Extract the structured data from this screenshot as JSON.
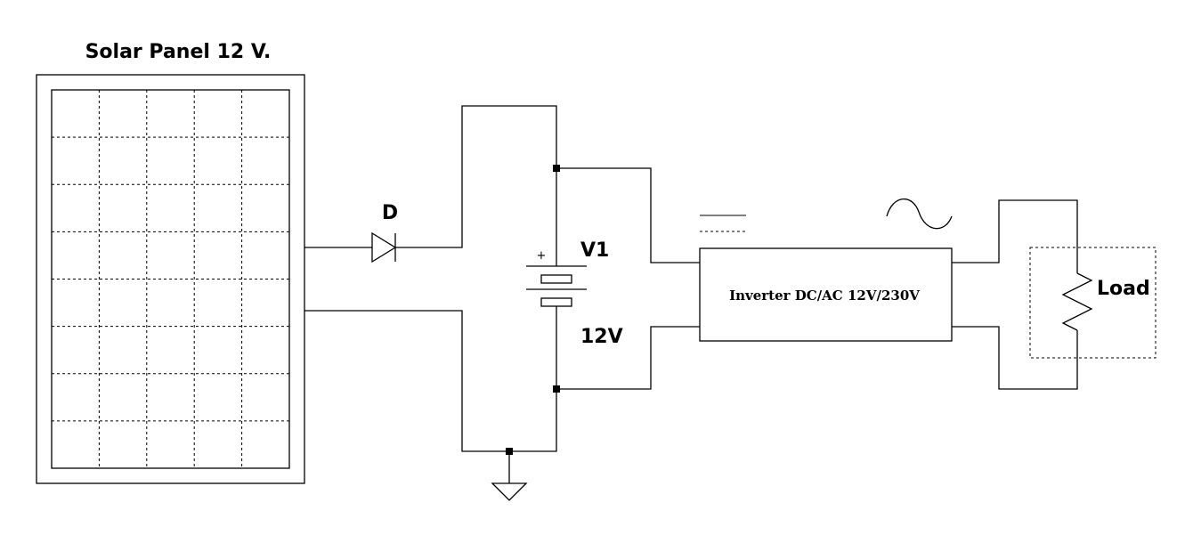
{
  "solar_panel": {
    "title": "Solar Panel 12 V.",
    "rows": 8,
    "cols": 5
  },
  "diode": {
    "label": "D"
  },
  "battery": {
    "name": "V1",
    "voltage": "12V",
    "plus_sign": "+"
  },
  "inverter": {
    "label": "Inverter DC/AC 12V/230V"
  },
  "load": {
    "label": "Load"
  }
}
